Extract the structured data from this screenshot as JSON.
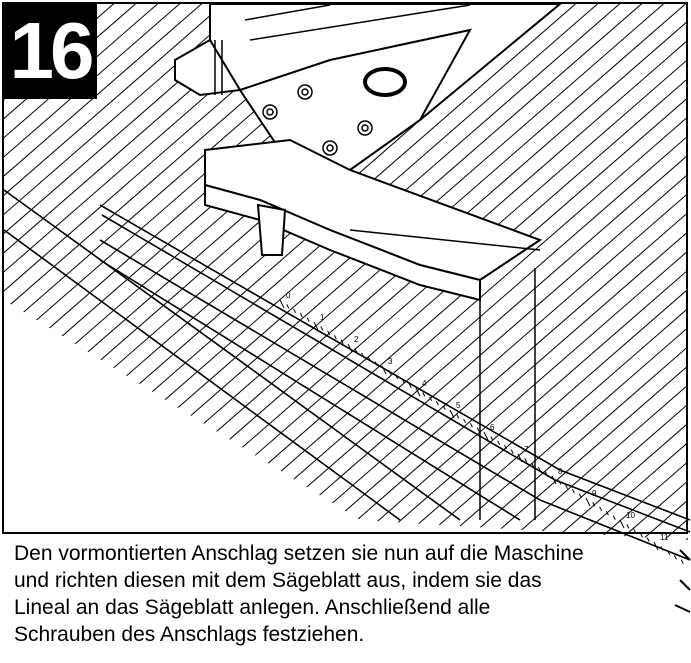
{
  "step": {
    "number": "16"
  },
  "caption": {
    "lines": [
      "Den vormontierten Anschlag setzen sie nun auf die Maschine",
      "und richten diesen mit dem Sägeblatt aus, indem sie das",
      "Lineal an das Sägeblatt anlegen. Anschließend alle",
      "Schrauben des Anschlags festziehen."
    ]
  },
  "ruler": {
    "tick_labels": [
      "0",
      "1",
      "2",
      "3",
      "4",
      "5",
      "6",
      "7",
      "8",
      "9",
      "10",
      "11"
    ]
  },
  "colors": {
    "ink": "#000000",
    "paper": "#ffffff"
  }
}
